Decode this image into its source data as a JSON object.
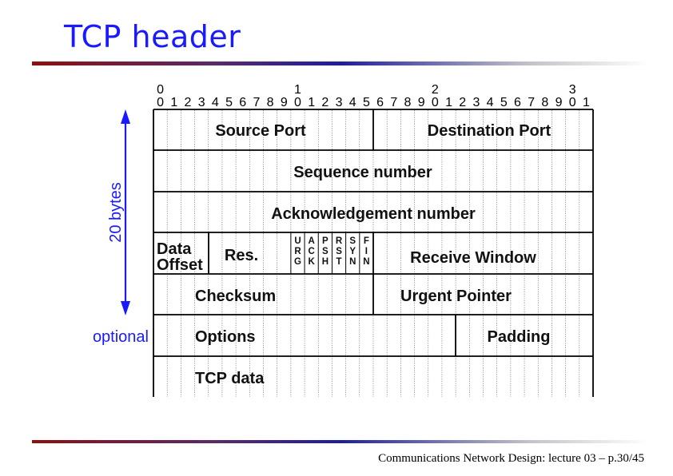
{
  "slide": {
    "title": "TCP header",
    "footer": "Communications Network Design: lecture 03 – p.30/45"
  },
  "colors": {
    "title": "#1a1aff",
    "annotation": "#1a1aff",
    "rule_left": "#8b1010",
    "rule_mid": "#1e1e9a"
  },
  "bit_ruler": {
    "decades": [
      "0",
      "1",
      "2",
      "3"
    ],
    "units": [
      "0",
      "1",
      "2",
      "3",
      "4",
      "5",
      "6",
      "7",
      "8",
      "9",
      "0",
      "1",
      "2",
      "3",
      "4",
      "5",
      "6",
      "7",
      "8",
      "9",
      "0",
      "1",
      "2",
      "3",
      "4",
      "5",
      "6",
      "7",
      "8",
      "9",
      "0",
      "1"
    ]
  },
  "annotations": {
    "size_label": "20 bytes",
    "optional_label": "optional"
  },
  "fields": {
    "source_port": "Source Port",
    "destination_port": "Destination Port",
    "sequence_number": "Sequence number",
    "ack_number": "Acknowledgement number",
    "data_offset_line1": "Data",
    "data_offset_line2": "Offset",
    "reserved": "Res.",
    "receive_window": "Receive Window",
    "checksum": "Checksum",
    "urgent_pointer": "Urgent Pointer",
    "options": "Options",
    "padding": "Padding",
    "tcp_data": "TCP data"
  },
  "flags": [
    {
      "name": "URG",
      "letters": [
        "U",
        "R",
        "G"
      ]
    },
    {
      "name": "ACK",
      "letters": [
        "A",
        "C",
        "K"
      ]
    },
    {
      "name": "PSH",
      "letters": [
        "P",
        "S",
        "H"
      ]
    },
    {
      "name": "RST",
      "letters": [
        "R",
        "S",
        "T"
      ]
    },
    {
      "name": "SYN",
      "letters": [
        "S",
        "Y",
        "N"
      ]
    },
    {
      "name": "FIN",
      "letters": [
        "F",
        "I",
        "N"
      ]
    }
  ]
}
